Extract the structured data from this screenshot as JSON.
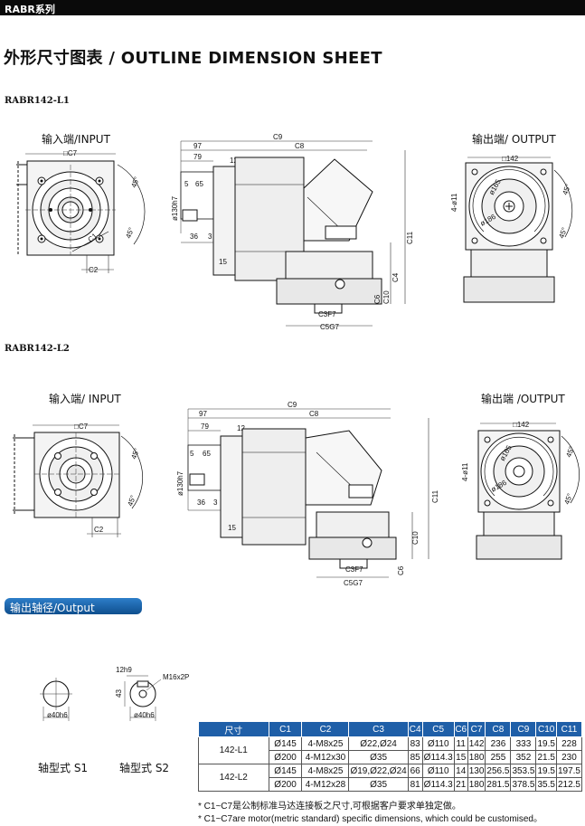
{
  "header": {
    "series": "RABR系列"
  },
  "title": "外形尺寸图表 / OUTLINE DIMENSION SHEET",
  "models": {
    "first": "RABR142-L1",
    "second": "RABR142-L2"
  },
  "view_labels": {
    "l1_input": "输入端/INPUT",
    "l1_output": "输出端/ OUTPUT",
    "l2_input": "输入端/ INPUT",
    "l2_output": "输出端 /OUTPUT"
  },
  "dims": {
    "c7": "□C7",
    "c2": "C2",
    "c1": "C1",
    "deg45": "45°",
    "c9": "C9",
    "c8": "C8",
    "d97": "97",
    "d79": "79",
    "d12": "12",
    "d5": "5",
    "d65": "65",
    "bore": "ø130h7",
    "d36": "36",
    "d3": "3",
    "d15": "15",
    "c11": "C11",
    "c4": "C4",
    "c10": "C10",
    "c6": "C6",
    "c3": "C3F7",
    "c5": "C5G7",
    "sq142": "□142",
    "holes": "4-ø11",
    "pcd165": "ø165",
    "pcd186": "ø186"
  },
  "output_diameter": {
    "tab": "输出轴径/Output Diameter",
    "s1_dia": "ø40h6",
    "s2_dia": "ø40h6",
    "s2_key": "12h9",
    "s2_depth": "43",
    "s2_thread": "M16x2P",
    "s1_label": "轴型式  S1",
    "s2_label": "轴型式  S2"
  },
  "table": {
    "headers": [
      "尺寸",
      "C1",
      "C2",
      "C3",
      "C4",
      "C5",
      "C6",
      "C7",
      "C8",
      "C9",
      "C10",
      "C11"
    ],
    "groups": [
      {
        "model": "142-L1",
        "rows": [
          [
            "Ø145",
            "4-M8x25",
            "Ø22,Ø24",
            "83",
            "Ø110",
            "11",
            "142",
            "236",
            "333",
            "19.5",
            "228"
          ],
          [
            "Ø200",
            "4-M12x30",
            "Ø35",
            "85",
            "Ø114.3",
            "15",
            "180",
            "255",
            "352",
            "21.5",
            "230"
          ]
        ]
      },
      {
        "model": "142-L2",
        "rows": [
          [
            "Ø145",
            "4-M8x25",
            "Ø19,Ø22,Ø24",
            "66",
            "Ø110",
            "14",
            "130",
            "256.5",
            "353.5",
            "19.5",
            "197.5"
          ],
          [
            "Ø200",
            "4-M12x28",
            "Ø35",
            "81",
            "Ø114.3",
            "21",
            "180",
            "281.5",
            "378.5",
            "35.5",
            "212.5"
          ]
        ]
      }
    ]
  },
  "notes": [
    "* C1~C7是公制标准马达连接板之尺寸,可根据客户要求单独定做。",
    "* C1~C7are motor(metric standard)  specific dimensions, which could be customised。"
  ]
}
